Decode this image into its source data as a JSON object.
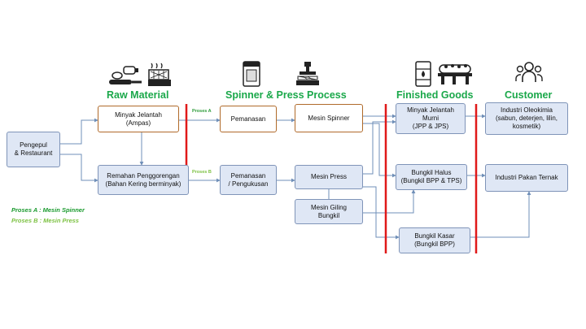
{
  "headings": {
    "raw_material": "Raw Material",
    "spinner_press": "Spinner & Press Process",
    "finished_goods": "Finished Goods",
    "customer": "Customer"
  },
  "nodes": {
    "pengepul": "Pengepul\n& Restaurant",
    "minyak_jelantah": "Minyak Jelantah\n(Ampas)",
    "remahan": "Remahan Penggorengan\n(Bahan Kering berminyak)",
    "pemanasan": "Pemanasan",
    "pemanasan_pengukusan": "Pemanasan\n/ Pengukusan",
    "mesin_spinner": "Mesin Spinner",
    "mesin_press": "Mesin Press",
    "mesin_giling": "Mesin Giling\nBungkil",
    "minyak_murni": "Minyak Jelantah\nMurni\n(JPP & JPS)",
    "bungkil_halus": "Bungkil Halus\n(Bungkil  BPP & TPS)",
    "bungkil_kasar": "Bungkil Kasar\n(Bungkil  BPP)",
    "industri_oleokimia": "Industri  Oleokimia\n(sabun, deterjen, lilin,\nkosmetik)",
    "industri_pakan": "Industri Pakan Ternak"
  },
  "tags": {
    "proses_a": "Proses A",
    "proses_b": "Proses B"
  },
  "legend": {
    "proses_a": "Proses A : Mesin Spinner",
    "proses_b": "Proses B : Mesin Press"
  },
  "colors": {
    "heading_green": "#1aa84a",
    "legend_a": "#1a9a2e",
    "legend_b": "#7cc142",
    "divider_red": "#e01919",
    "connector_blue": "#6f8fb8"
  },
  "icons": [
    "oil-bottle-pan-icon",
    "fryer-icon",
    "spinner-machine-icon",
    "press-machine-icon",
    "oil-barrel-icon",
    "livestock-feed-icon",
    "customers-group-icon"
  ]
}
